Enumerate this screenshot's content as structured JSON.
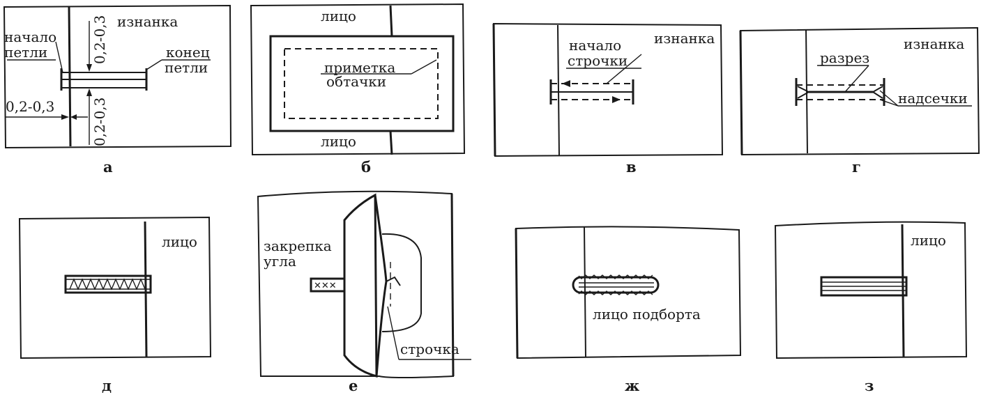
{
  "panels": {
    "a": {
      "caption": "а",
      "label_inside": "изнанка",
      "label_start_1": "начало",
      "label_start_2": "петли",
      "label_end_1": "конец",
      "label_end_2": "петли",
      "dim_top": "0,2-0,3",
      "dim_left": "0,2-0,3",
      "dim_bottom": "0,2-0,3"
    },
    "b": {
      "caption": "б",
      "label_face_top": "лицо",
      "label_face_bottom": "лицо",
      "label_mark_1": "приметка",
      "label_mark_2": "обтачки"
    },
    "v": {
      "caption": "в",
      "label_inside": "изнанка",
      "label_start_1": "начало",
      "label_start_2": "строчки"
    },
    "g": {
      "caption": "г",
      "label_inside": "изнанка",
      "label_cut": "разрез",
      "label_notches": "надсечки"
    },
    "d": {
      "caption": "д",
      "label_face": "лицо"
    },
    "e": {
      "caption": "е",
      "label_tack_1": "закрепка",
      "label_tack_2": "угла",
      "label_stitch": "строчка"
    },
    "zh": {
      "caption": "ж",
      "label_facing": "лицо подборта"
    },
    "z": {
      "caption": "з",
      "label_face": "лицо"
    }
  }
}
